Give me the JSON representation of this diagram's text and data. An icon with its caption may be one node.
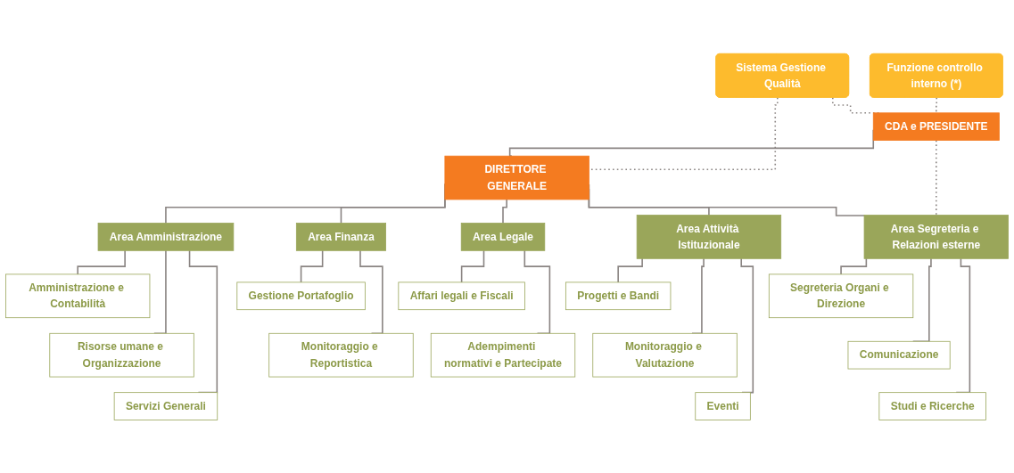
{
  "diagram": {
    "nodes": [
      {
        "text": [
          "Funzione controllo interno (*)"
        ]
      },
      {
        "text": [
          "CDA e PRESIDENTE"
        ]
      },
      {
        "text": [
          "Sistema Gestione Qualità"
        ]
      },
      {
        "text": [
          "DIRETTORE GENERALE"
        ]
      },
      {
        "text": [
          "Area Amministrazione"
        ]
      },
      {
        "text": [
          "Area Attività Istituzionale"
        ]
      },
      {
        "text": [
          "Area Finanza"
        ]
      },
      {
        "text": [
          "Area Legale"
        ]
      },
      {
        "text": [
          "Area Segreteria e Relazioni esterne"
        ]
      },
      {
        "text": [
          "Amministrazione e Contabilità"
        ]
      },
      {
        "text": [
          "Risorse umane e Organizzazione"
        ]
      },
      {
        "text": [
          "Servizi Generali"
        ]
      },
      {
        "text": [
          "Progetti e Bandi"
        ]
      },
      {
        "text": [
          "Monitoraggio e Valutazione"
        ]
      },
      {
        "text": [
          "Eventi"
        ]
      },
      {
        "text": [
          "Gestione Portafoglio"
        ]
      },
      {
        "text": [
          "Monitoraggio e Reportistica"
        ]
      },
      {
        "text": [
          "Affari legali e Fiscali"
        ]
      },
      {
        "text": [
          "Adempimenti normativi e Partecipate"
        ]
      },
      {
        "text": [
          "Segreteria Organi e Direzione"
        ]
      },
      {
        "text": [
          "Comunicazione"
        ]
      },
      {
        "text": [
          "Studi e Ricerche"
        ]
      }
    ],
    "edges": [
      {
        "from": 0,
        "to": 1,
        "arrow": "none",
        "style": "dashed"
      },
      {
        "from": 2,
        "to": 3,
        "arrow": "none",
        "style": "dashed"
      },
      {
        "from": 2,
        "to": 1,
        "arrow": "none",
        "style": "dashed"
      },
      {
        "from": 1,
        "to": 3,
        "arrow": "none"
      },
      {
        "from": 1,
        "to": 8,
        "arrow": "none",
        "style": "dashed"
      },
      {
        "from": 3,
        "to": 4,
        "arrow": "none"
      },
      {
        "from": 3,
        "to": 5,
        "arrow": "none"
      },
      {
        "from": 3,
        "to": 6,
        "arrow": "none"
      },
      {
        "from": 3,
        "to": 7,
        "arrow": "none"
      },
      {
        "from": 3,
        "to": 8,
        "arrow": "none"
      },
      {
        "from": 4,
        "to": 9,
        "arrow": "none"
      },
      {
        "from": 4,
        "to": 10,
        "arrow": "none"
      },
      {
        "from": 4,
        "to": 11,
        "arrow": "none"
      },
      {
        "from": 5,
        "to": 12,
        "arrow": "none"
      },
      {
        "from": 5,
        "to": 13,
        "arrow": "none"
      },
      {
        "from": 5,
        "to": 14,
        "arrow": "none"
      },
      {
        "from": 6,
        "to": 15,
        "arrow": "none"
      },
      {
        "from": 6,
        "to": 16,
        "arrow": "none"
      },
      {
        "from": 7,
        "to": 17,
        "arrow": "none"
      },
      {
        "from": 7,
        "to": 18,
        "arrow": "none"
      },
      {
        "from": 8,
        "to": 19,
        "arrow": "none"
      },
      {
        "from": 8,
        "to": 20,
        "arrow": "none"
      },
      {
        "from": 8,
        "to": 21,
        "arrow": "none"
      }
    ]
  }
}
